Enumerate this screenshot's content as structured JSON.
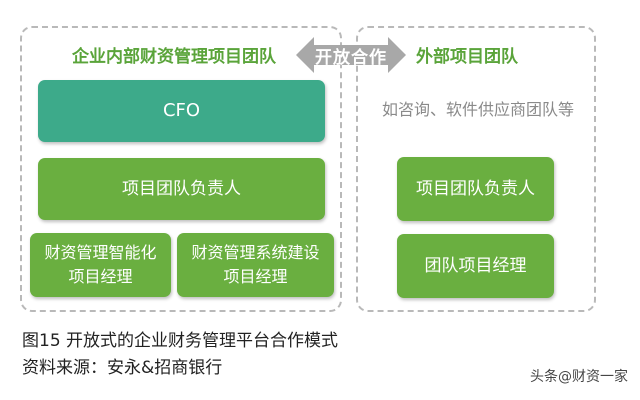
{
  "diagram": {
    "internal_team": {
      "title": "企业内部财资管理项目团队",
      "boxes": {
        "cfo": "CFO",
        "lead": "项目团队负责人",
        "smart_finance": [
          "财资管理智能化",
          "项目经理"
        ],
        "system_build": [
          "财资管理系统建设",
          "项目经理"
        ]
      }
    },
    "connector": {
      "label": "开放合作"
    },
    "external_team": {
      "title": "外部项目团队",
      "note": "如咨询、软件供应商团队等",
      "boxes": {
        "lead": "项目团队负责人",
        "pm": "团队项目经理"
      }
    },
    "colors": {
      "primary_teal": "#3daa8a",
      "primary_green": "#6aaf40",
      "title_green": "#5aa43a",
      "arrow_gray": "#a8a8a8",
      "border_gray": "#b9b9b9"
    }
  },
  "caption": {
    "figure": "图15  开放式的企业财务管理平台合作模式",
    "source": "资料来源：安永&招商银行"
  },
  "watermark": "头条@财资一家"
}
